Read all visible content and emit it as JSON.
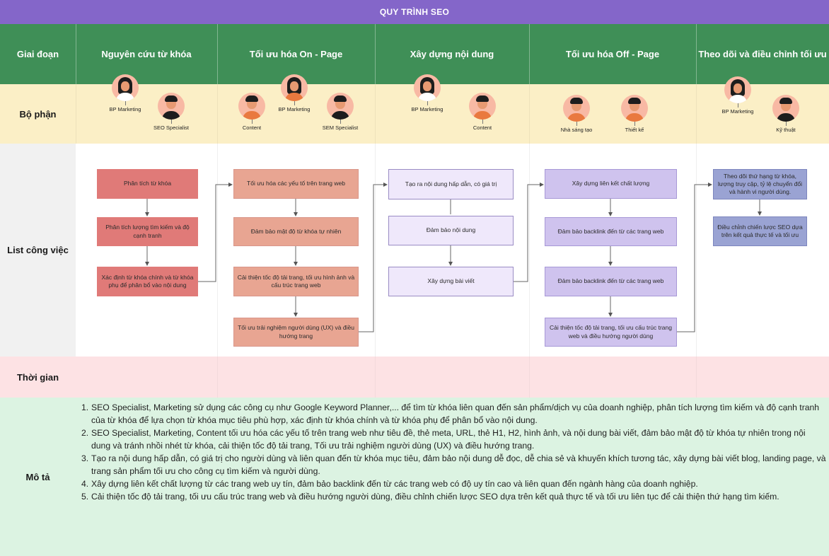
{
  "title": "QUY TRÌNH SEO",
  "rows": {
    "stage": "Giai đoạn",
    "department": "Bộ phận",
    "tasks": "List công việc",
    "time": "Thời gian",
    "description": "Mô tả"
  },
  "stages": [
    "Nguyên cứu từ khóa",
    "Tối ưu hóa On - Page",
    "Xây dựng nội dung",
    "Tối ưu hóa Off - Page",
    "Theo dõi và điều chỉnh tối ưu"
  ],
  "people": {
    "s1": [
      "BP Marketing",
      "SEO Specialist"
    ],
    "s2": [
      "Content",
      "BP Marketing",
      "SEM Specialist"
    ],
    "s3": [
      "BP Marketing",
      "Content"
    ],
    "s4": [
      "Nhà sáng tạo",
      "Thiết kế"
    ],
    "s5": [
      "BP Marketing",
      "Kỹ thuật"
    ]
  },
  "tasks": {
    "s1": [
      "Phân tích từ khóa",
      "Phân tích lượng tìm kiếm và độ cạnh tranh",
      "Xác định từ khóa chính và từ khóa phụ để phân bổ vào nội dung"
    ],
    "s2": [
      "Tối ưu hóa các yếu tố trên trang web",
      "Đảm bảo mật độ từ khóa tự nhiên",
      "Cải thiện tốc độ tải trang, tối ưu hình ảnh và cấu trúc trang web",
      "Tối ưu trải nghiệm người dùng (UX) và điều hướng trang"
    ],
    "s3": [
      "Tạo ra nội dung hấp dẫn, có giá trị",
      "Đảm bảo nội dung",
      "Xây dựng bài viết"
    ],
    "s4": [
      "Xây dựng liên kết chất lượng",
      "Đảm bảo backlink đến từ các trang web",
      "Đảm bảo backlink đến từ các trang web",
      "Cải thiện tốc độ tải trang, tối ưu cấu trúc trang web và điều hướng người dùng"
    ],
    "s5": [
      "Theo dõi thứ hạng từ khóa, lượng truy cập, tỷ lệ chuyển đổi và hành vi người dùng.",
      "Điều chỉnh chiến lược SEO dựa trên kết quả thực tế và tối ưu"
    ]
  },
  "description": [
    "SEO Specialist, Marketing sử dụng các công cụ như Google Keyword Planner,... để tìm từ khóa liên quan đến sản phẩm/dịch vụ của doanh nghiệp, phân tích lượng tìm kiếm và độ cạnh tranh của từ khóa để lựa chọn từ khóa mục tiêu phù hợp, xác định từ khóa chính và từ khóa phụ để phân bổ vào nội dung.",
    "SEO Specialist, Marketing, Content tối ưu hóa các yếu tố trên trang web như tiêu đề, thẻ meta, URL, thẻ H1, H2, hình ảnh, và nội dung bài viết, đảm bảo mật độ từ khóa tự nhiên trong nội dung và tránh nhồi nhét từ khóa, cải thiện tốc độ tải trang, Tối ưu trải nghiệm người dùng (UX) và điều hướng trang.",
    "Tạo ra nội dung hấp dẫn, có giá trị cho người dùng và liên quan đến từ khóa mục tiêu, đảm bảo nội dung dễ đọc, dễ chia sẻ và khuyến khích tương tác, xây dựng bài viết blog, landing page, và trang sản phẩm tối ưu cho công cụ tìm kiếm và người dùng.",
    "Xây dựng liên kết chất lượng từ các trang web uy tín, đảm bảo backlink đến từ các trang web có độ uy tín cao và liên quan đến ngành hàng của doanh nghiệp.",
    "Cải thiện tốc độ tải trang, tối ưu cấu trúc trang web và điều hướng người dùng, điều chỉnh chiến lược SEO dựa trên kết quả thực tế và tối ưu liên tục để cải thiện thứ hạng tìm kiếm."
  ],
  "colors": {
    "title_bar": "#8466c9",
    "stage_row": "#3f8f57",
    "department_row": "#fbefc6",
    "time_row": "#fde2e4",
    "description_row": "#dcf3e2",
    "task_stage1": "#e07a78",
    "task_stage2": "#e8a592",
    "task_stage3": "#efe8fb",
    "task_stage4": "#cfc3ee",
    "task_stage5": "#9aa3d3"
  }
}
